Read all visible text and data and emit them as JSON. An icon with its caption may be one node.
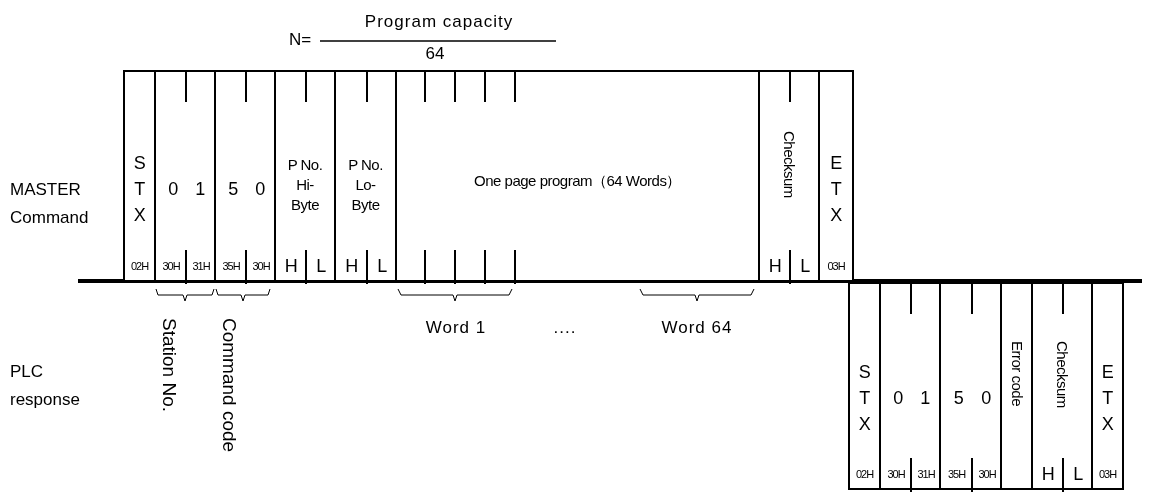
{
  "diagram": {
    "nodes": [
      {
        "text": [
          "S T X",
          "02H"
        ]
      },
      {
        "text": [
          "0",
          "1",
          "30H",
          "31H"
        ]
      },
      {
        "text": [
          "5",
          "0",
          "35H",
          "30H"
        ]
      },
      {
        "text": [
          "P No. Hi- Byte",
          "H",
          "L"
        ]
      },
      {
        "text": [
          "P No. Lo- Byte",
          "H",
          "L"
        ]
      },
      {
        "text": [
          "One page program（64 Words）"
        ]
      },
      {
        "text": [
          "Checksum",
          "H",
          "L"
        ]
      },
      {
        "text": [
          "E T X",
          "03H"
        ]
      },
      {
        "text": [
          "S T X",
          "02H"
        ]
      },
      {
        "text": [
          "0",
          "1",
          "30H",
          "31H"
        ]
      },
      {
        "text": [
          "5",
          "0",
          "35H",
          "30H"
        ]
      },
      {
        "text": [
          "Error code"
        ]
      },
      {
        "text": [
          "Checksum",
          "H",
          "L"
        ]
      },
      {
        "text": [
          "E T X",
          "03H"
        ]
      }
    ],
    "labels": [
      "N=",
      "Program capacity",
      "64",
      "MASTER Command",
      "Station No.",
      "Command code",
      "Word 1",
      "....",
      "Word 64",
      "PLC response"
    ]
  }
}
